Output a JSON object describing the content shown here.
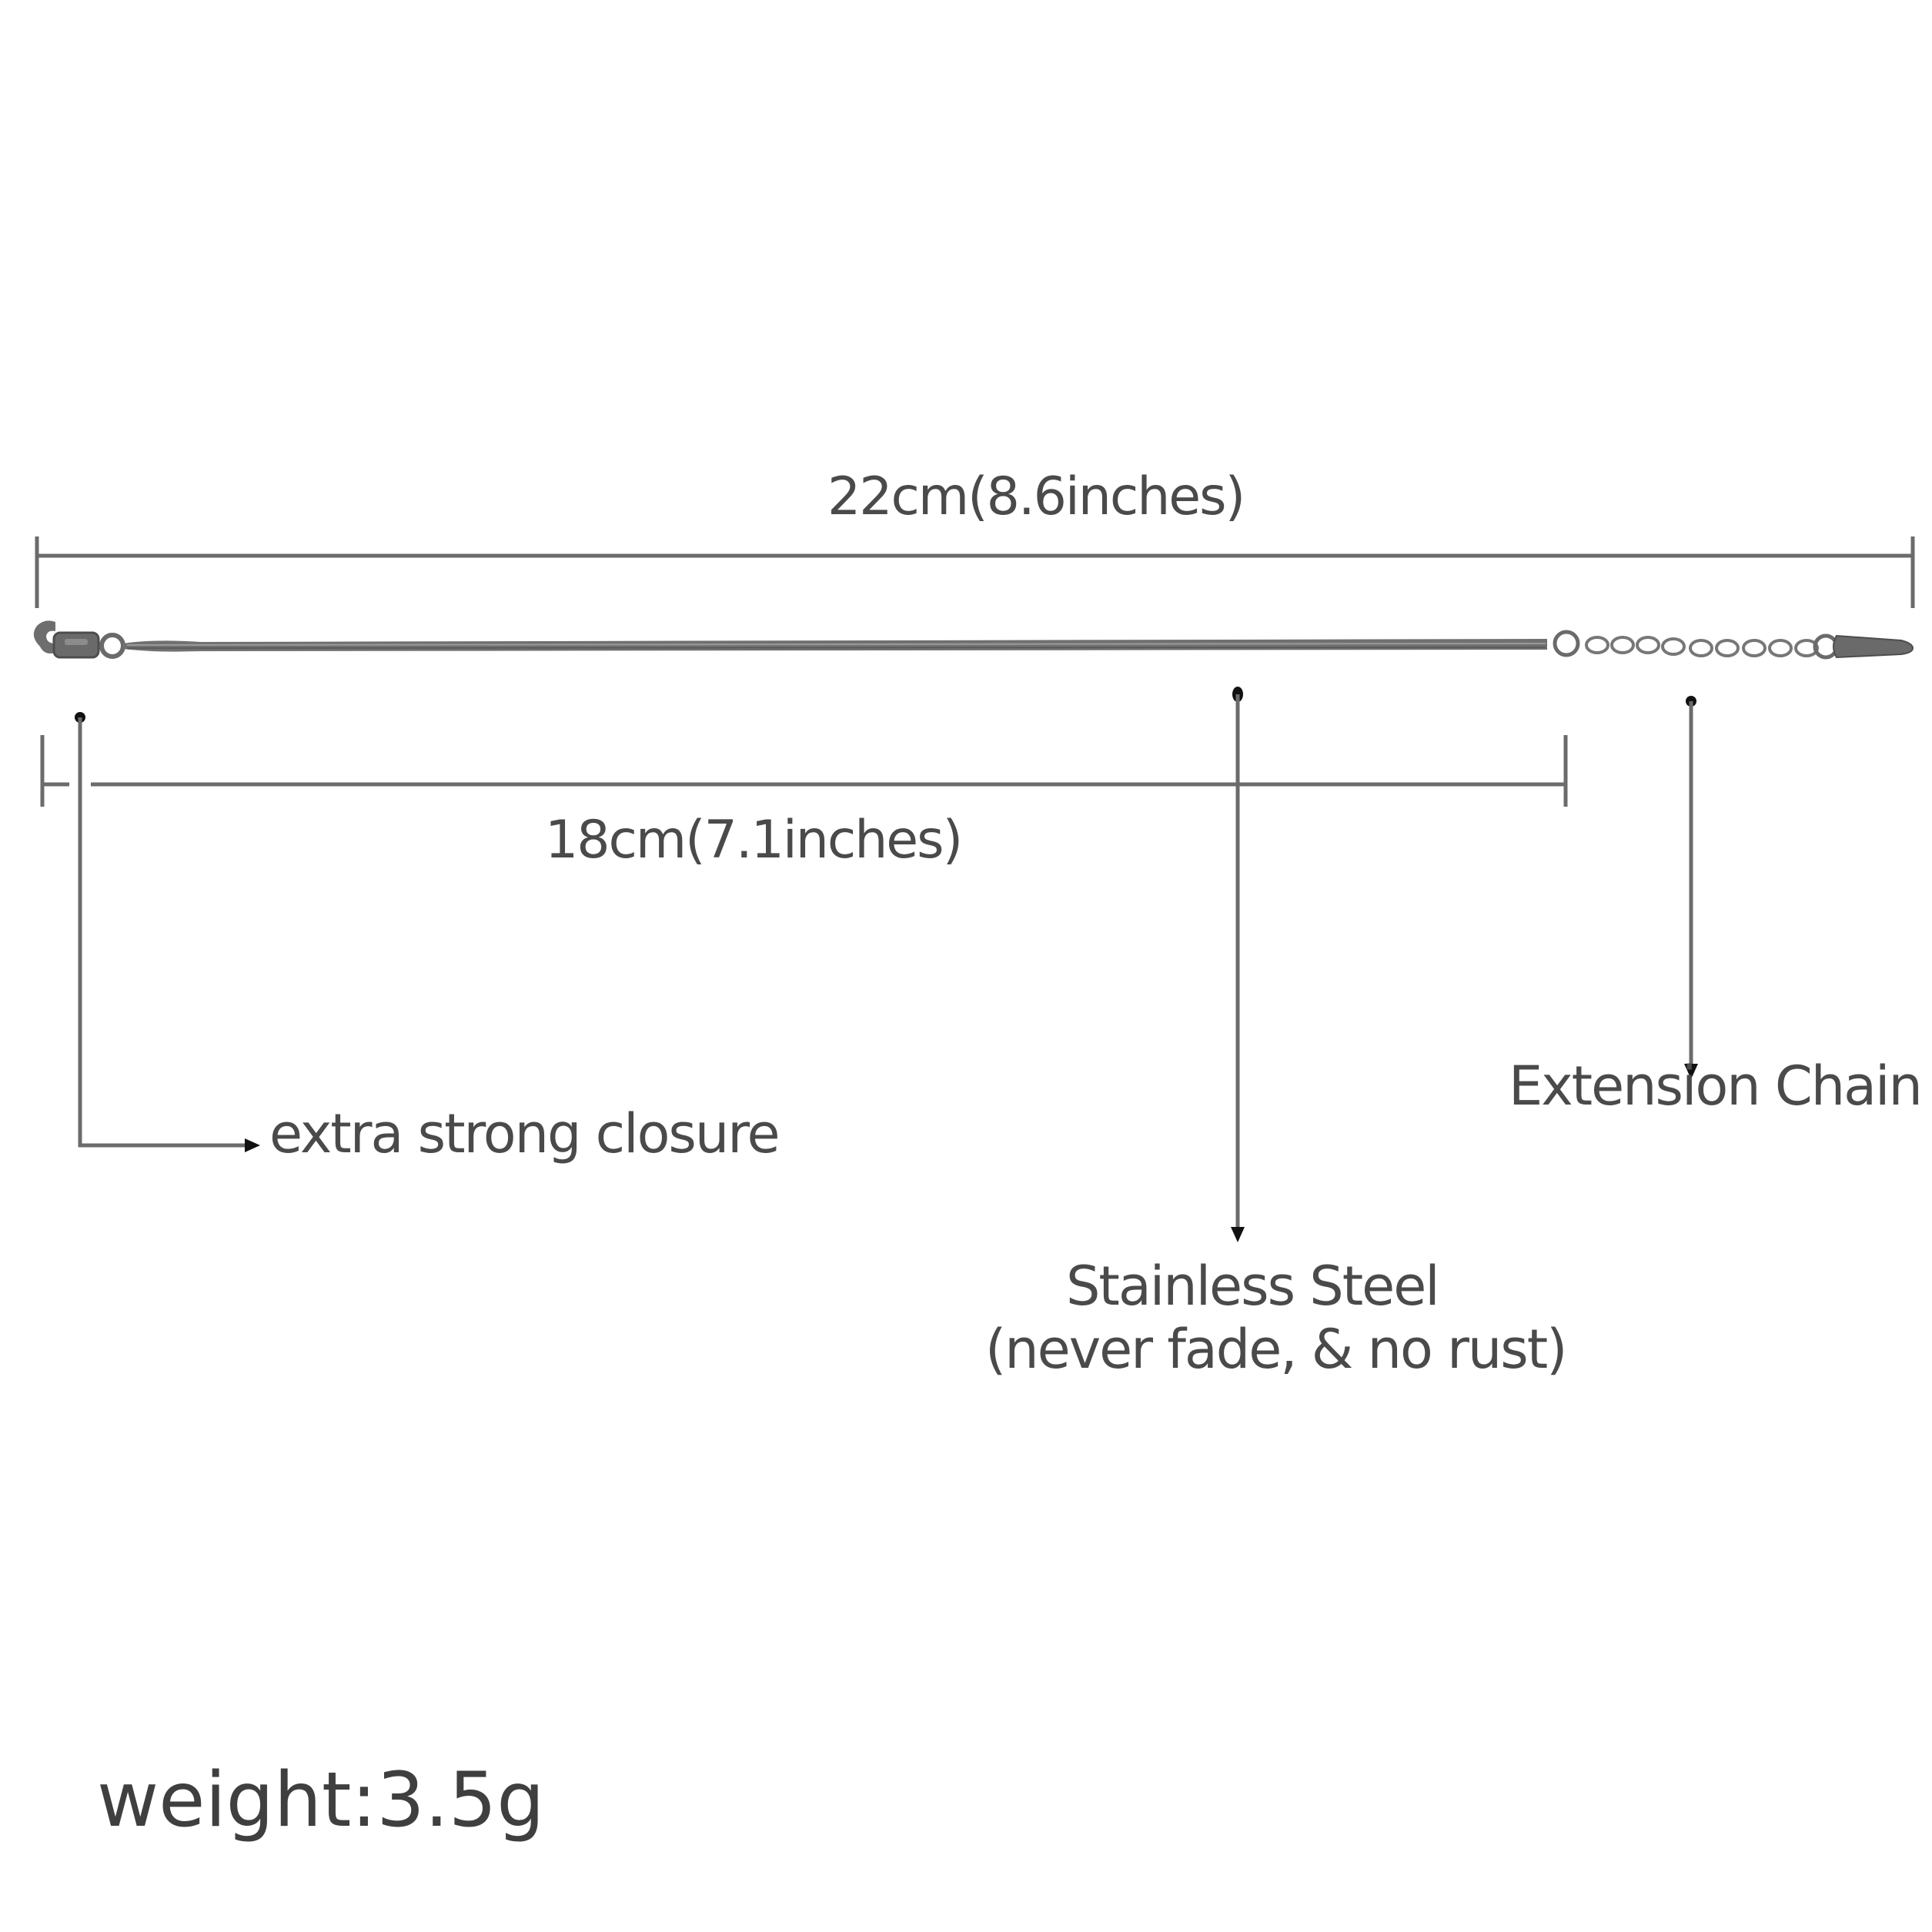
{
  "colors": {
    "background": "#ffffff",
    "text": "#4a4a4a",
    "line": "#6b6b6b",
    "metal": "#707070",
    "dot": "#111111"
  },
  "dimensions": {
    "total": "22cm(8.6inches)",
    "bracelet": "18cm(7.1inches)"
  },
  "callouts": {
    "closure": "extra strong closure",
    "extension": "Extension Chain",
    "material_line1": "Stainless Steel",
    "material_line2": "(never fade, & no rust)"
  },
  "weight": "weight:3.5g"
}
